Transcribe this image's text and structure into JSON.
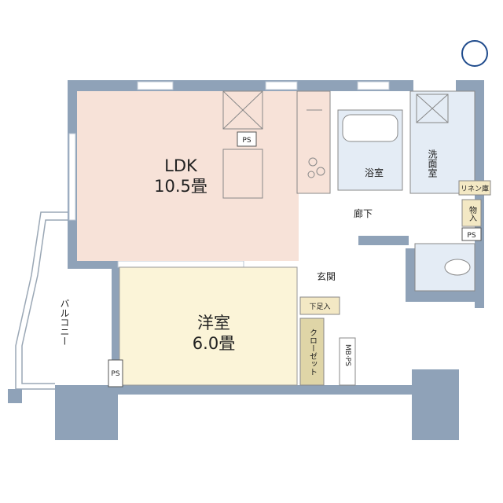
{
  "rooms": {
    "ldk": {
      "name": "LDK",
      "size": "10.5畳"
    },
    "western": {
      "name": "洋室",
      "size": "6.0畳"
    },
    "bath": "浴室",
    "washroom": "洗面室",
    "corridor": "廊下",
    "entrance": "玄関",
    "closet": "クローゼット",
    "shoe_storage": "下足入",
    "linen": "リネン庫",
    "storage": "物入",
    "mb_ps": "MB·PS",
    "balcony": "バルコニー"
  },
  "ps_labels": [
    "PS",
    "PS",
    "PS"
  ],
  "colors": {
    "wall": "#8fa2b8",
    "ldk_floor": "#f7e2d8",
    "western_floor": "#fbf4d8",
    "wet_floor": "#e4ecf5",
    "closet_floor": "#dfd5a7",
    "storage_floor": "#f3e8c4",
    "label_box": "#f3e8c4",
    "compass": "#1f4b8c"
  }
}
